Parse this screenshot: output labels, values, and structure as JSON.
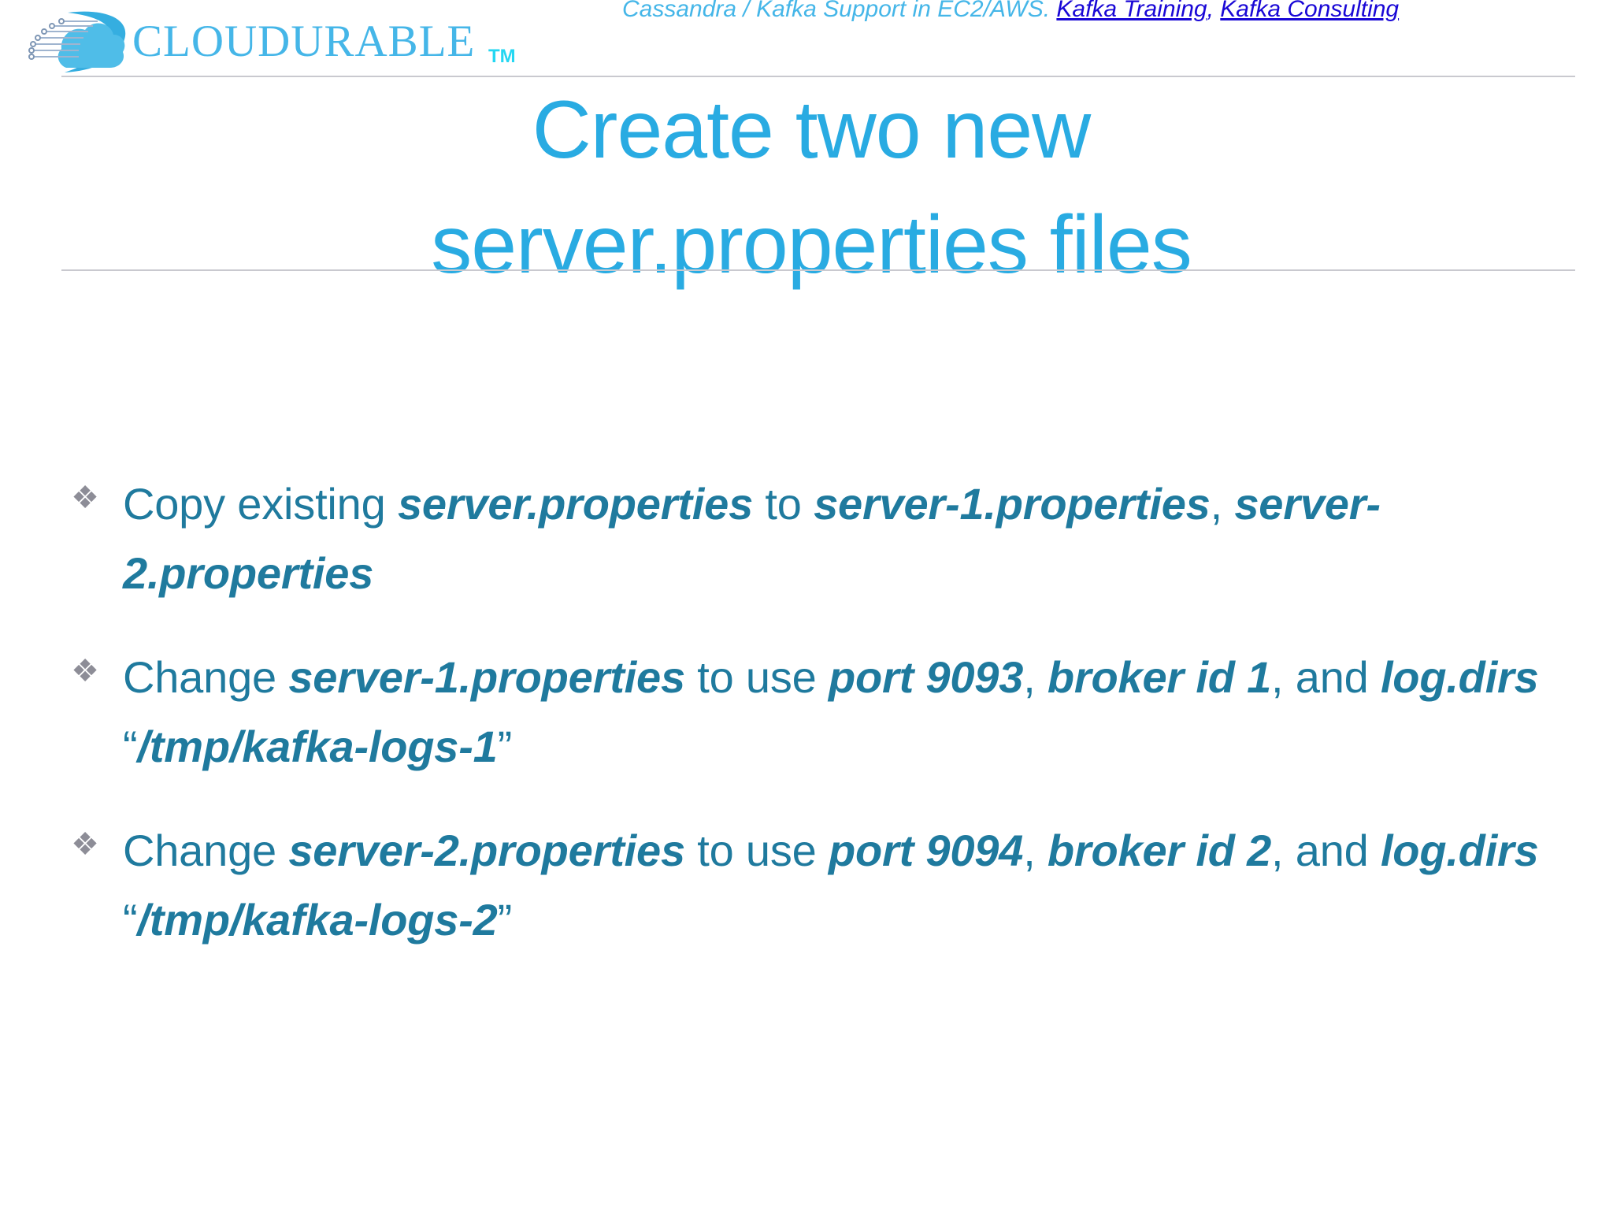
{
  "brand": {
    "wordmark": "CLOUDURABLE",
    "trademark": "TM",
    "logo_icon": "cloud-circuit-logo",
    "wordmark_color": "#45B6E8",
    "trademark_color": "#24D7F2"
  },
  "header": {
    "tagline": "Cassandra / Kafka Support in EC2/AWS.",
    "link1": "Kafka Training",
    "separator": ",",
    "link2": "Kafka Consulting",
    "tagline_color": "#45B6E8",
    "link_color": "#1907D6"
  },
  "title": {
    "full": "Create two new server.properties files",
    "line1": "Create two new",
    "line2": "server.properties files",
    "color": "#29ABE2"
  },
  "body": {
    "bullet_glyph": "❖",
    "bullet_color": "#8d8d97",
    "text_color": "#1F7A9E",
    "bullets": [
      {
        "id": "bullet-copy-server-properties",
        "parts": [
          {
            "text": "Copy existing ",
            "emphasis": false
          },
          {
            "text": "server.properties",
            "emphasis": true
          },
          {
            "text": " to ",
            "emphasis": false
          },
          {
            "text": "server-1.properties",
            "emphasis": true
          },
          {
            "text": ", ",
            "emphasis": false
          },
          {
            "text": "server-2.properties",
            "emphasis": true
          }
        ]
      },
      {
        "id": "bullet-change-server-1",
        "parts": [
          {
            "text": "Change ",
            "emphasis": false
          },
          {
            "text": "server-1.properties",
            "emphasis": true
          },
          {
            "text": " to use ",
            "emphasis": false
          },
          {
            "text": "port 9093",
            "emphasis": true
          },
          {
            "text": ", ",
            "emphasis": false
          },
          {
            "text": "broker id 1",
            "emphasis": true
          },
          {
            "text": ", and ",
            "emphasis": false
          },
          {
            "text": "log.dirs",
            "emphasis": true
          },
          {
            "text": " “",
            "emphasis": false
          },
          {
            "text": "/tmp/kafka-logs-1",
            "emphasis": true
          },
          {
            "text": "”",
            "emphasis": false
          }
        ]
      },
      {
        "id": "bullet-change-server-2",
        "parts": [
          {
            "text": "Change ",
            "emphasis": false
          },
          {
            "text": "server-2.properties",
            "emphasis": true
          },
          {
            "text": " to use ",
            "emphasis": false
          },
          {
            "text": "port 9094",
            "emphasis": true
          },
          {
            "text": ", ",
            "emphasis": false
          },
          {
            "text": "broker id 2",
            "emphasis": true
          },
          {
            "text": ", and ",
            "emphasis": false
          },
          {
            "text": "log.dirs",
            "emphasis": true
          },
          {
            "text": " “",
            "emphasis": false
          },
          {
            "text": "/tmp/kafka-logs-2",
            "emphasis": true
          },
          {
            "text": "”",
            "emphasis": false
          }
        ]
      }
    ]
  }
}
